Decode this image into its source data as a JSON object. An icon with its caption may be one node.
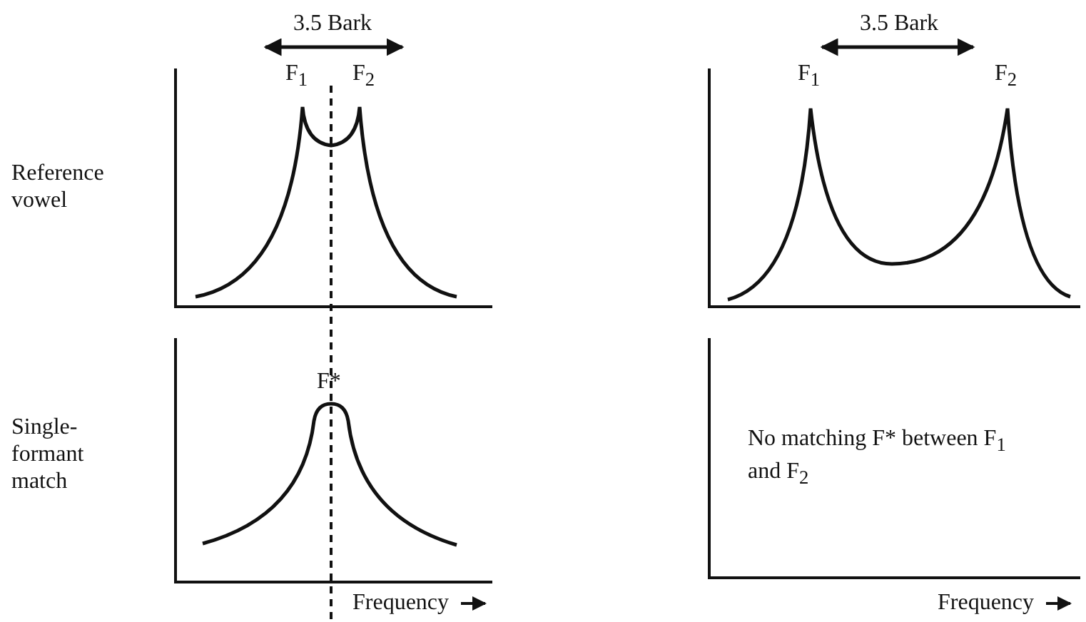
{
  "diagram": {
    "labels": [
      "3.5 Bark",
      "3.5 Bark",
      "F$_{1}$",
      "F$_{2}$",
      "F$_{1}$",
      "F$_{2}$",
      "Reference vowel",
      "F*",
      "Single-formant match",
      "No matching F* between F$_{1}$ and F$_{2}$",
      "Frequency",
      "Frequency"
    ]
  }
}
